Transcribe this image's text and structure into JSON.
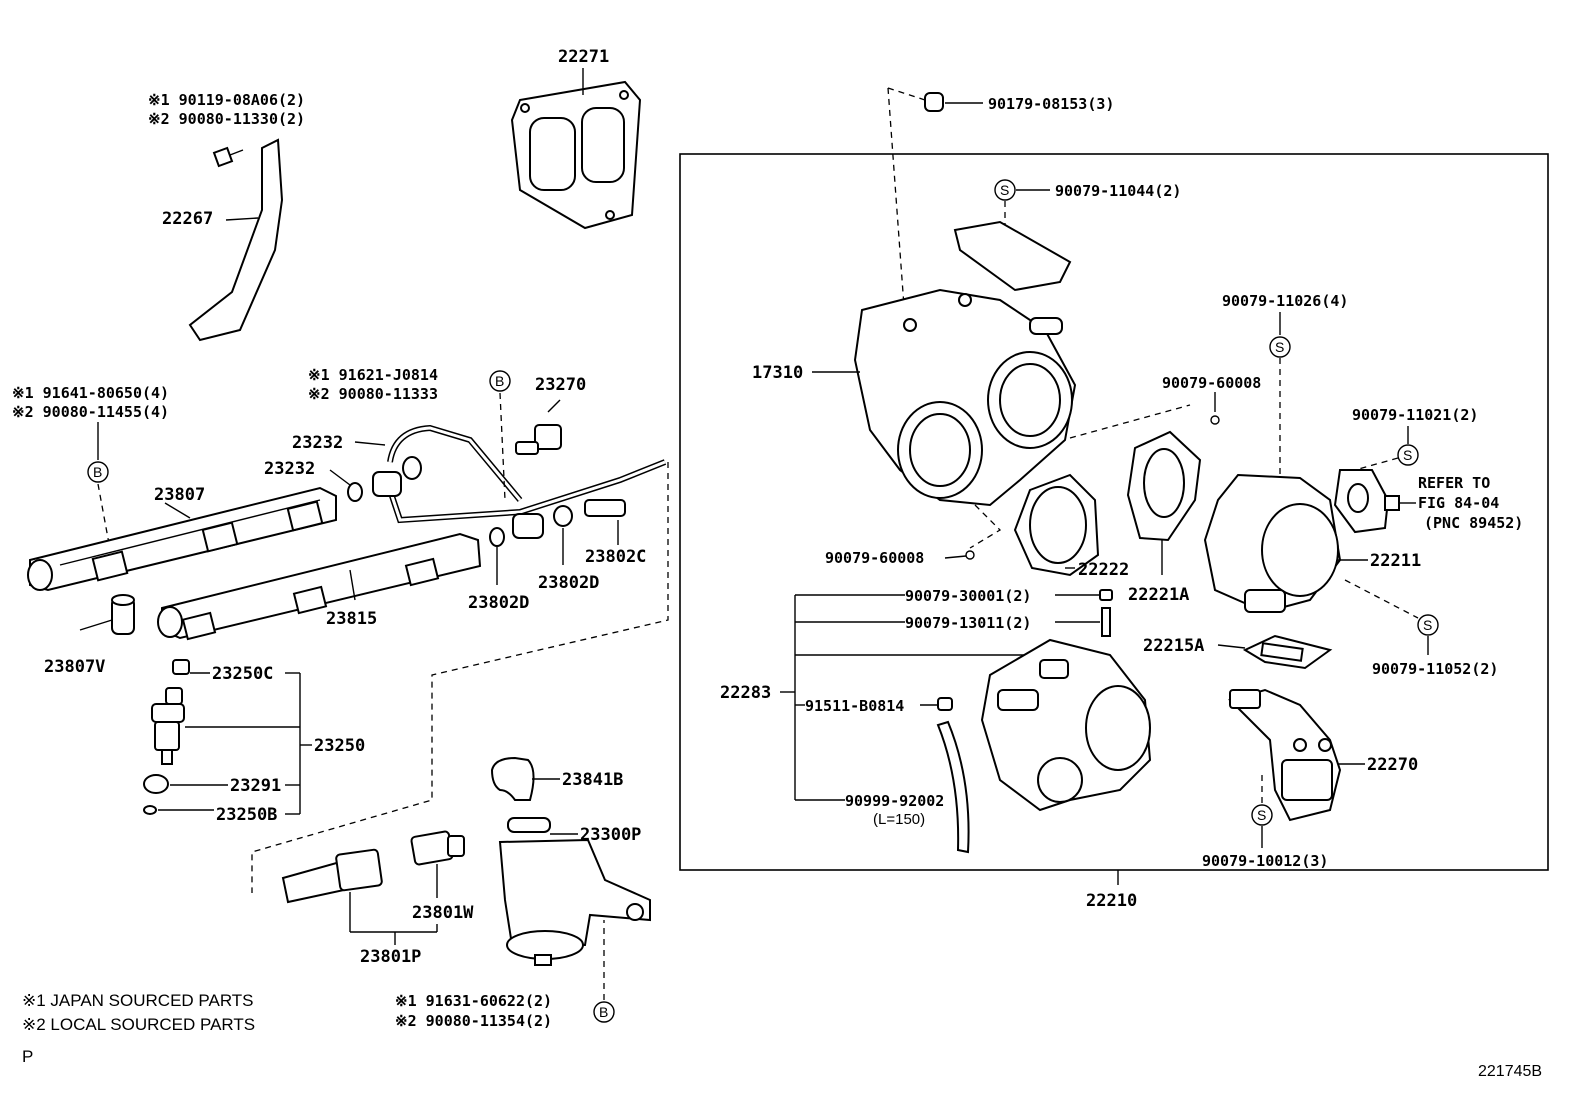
{
  "labels": {
    "p22271": "22271",
    "p22267": "22267",
    "bolt1_a": "※1 90119-08A06(2)",
    "bolt1_b": "※2 90080-11330(2)",
    "clip_a": "※1 91641-80650(4)",
    "clip_b": "※2 90080-11455(4)",
    "p23807": "23807",
    "p23807v": "23807V",
    "p23815": "23815",
    "p23232a": "23232",
    "p23232b": "23232",
    "bolt2_a": "※1 91621-J0814",
    "bolt2_b": "※2 90080-11333",
    "p23270": "23270",
    "p23802c": "23802C",
    "p23802d_a": "23802D",
    "p23802d_b": "23802D",
    "p23250c": "23250C",
    "p23250": "23250",
    "p23291": "23291",
    "p23250b": "23250B",
    "p23841b": "23841B",
    "p23300p": "23300P",
    "p23801w": "23801W",
    "p23801p": "23801P",
    "bolt3_a": "※1 91631-60622(2)",
    "bolt3_b": "※2 90080-11354(2)",
    "nut_top": "90179-08153(3)",
    "s_11044": "90079-11044(2)",
    "p17310": "17310",
    "s_11026": "90079-11026(4)",
    "o_60008a": "90079-60008",
    "s_11021": "90079-11021(2)",
    "refer1": "REFER TO",
    "refer2": "FIG 84-04",
    "refer3": "(PNC 89452)",
    "o_60008b": "90079-60008",
    "p22222": "22222",
    "p22221a": "22221A",
    "p22211": "22211",
    "r_30001": "90079-30001(2)",
    "r_13011": "90079-13011(2)",
    "p22215a": "22215A",
    "s_11052": "90079-11052(2)",
    "p22283": "22283",
    "b_91511": "91511-B0814",
    "p22270": "22270",
    "hose": "90999-92002",
    "hose_len": "(L=150)",
    "s_10012": "90079-10012(3)",
    "p22210": "22210",
    "b_marker": "B",
    "s_marker": "S"
  },
  "notes": {
    "note1": "※1 JAPAN SOURCED PARTS",
    "note2": "※2 LOCAL SOURCED PARTS",
    "page_letter": "P",
    "fig_code": "221745B"
  }
}
